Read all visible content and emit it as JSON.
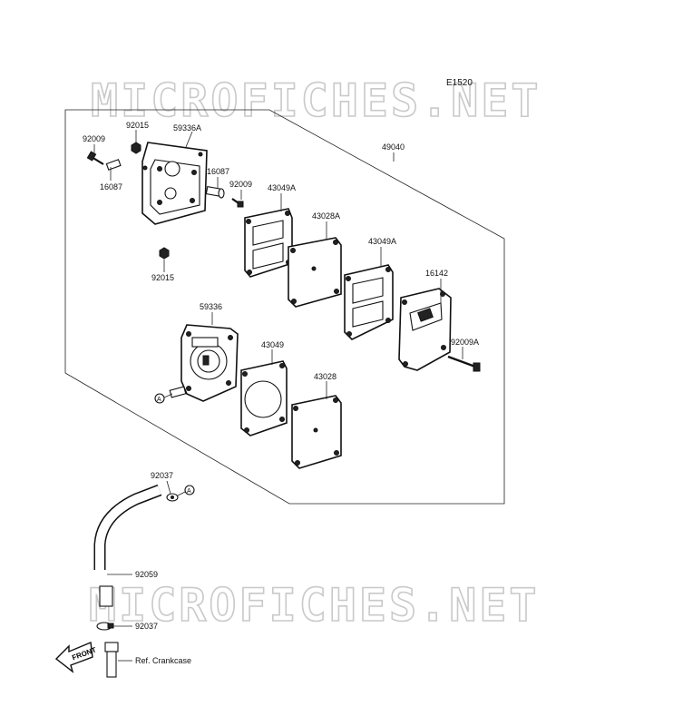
{
  "diagram_code": "E1520",
  "watermark": "MICROFICHES.NET",
  "front_label": "FRONT",
  "ref_marker": "A",
  "labels": {
    "p92009_top": "92009",
    "p92015_top": "92015",
    "p59336A": "59336A",
    "p16087_left": "16087",
    "p16087_right": "16087",
    "p92009_mid": "92009",
    "p92015_bottom": "92015",
    "p49040": "49040",
    "p43049A_1": "43049A",
    "p43028A": "43028A",
    "p43049A_2": "43049A",
    "p16142": "16142",
    "p92009A": "92009A",
    "p59336": "59336",
    "p43049": "43049",
    "p43028": "43028",
    "p92037_top": "92037",
    "p92059": "92059",
    "p92037_bottom": "92037",
    "ref_crankcase": "Ref. Crankcase"
  }
}
